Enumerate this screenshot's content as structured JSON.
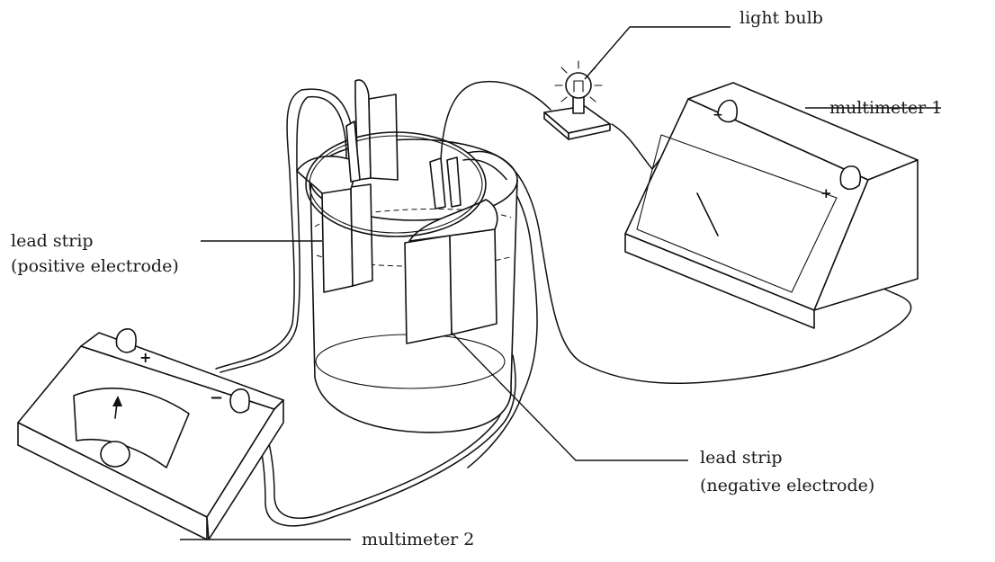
{
  "labels": {
    "light_bulb": "light bulb",
    "multimeter_1": "multimeter 1",
    "lead_strip_positive_line1": "lead strip",
    "lead_strip_positive_line2": "(positive electrode)",
    "lead_strip_negative_line1": "lead strip",
    "lead_strip_negative_line2": "(negative electrode)",
    "multimeter_2": "multimeter 2"
  },
  "terminal_signs": {
    "multimeter_1_top": "−",
    "multimeter_1_side": "+",
    "multimeter_2_left": "+",
    "multimeter_2_right": "−"
  },
  "colors": {
    "ink": "#111111",
    "background": "#ffffff"
  }
}
